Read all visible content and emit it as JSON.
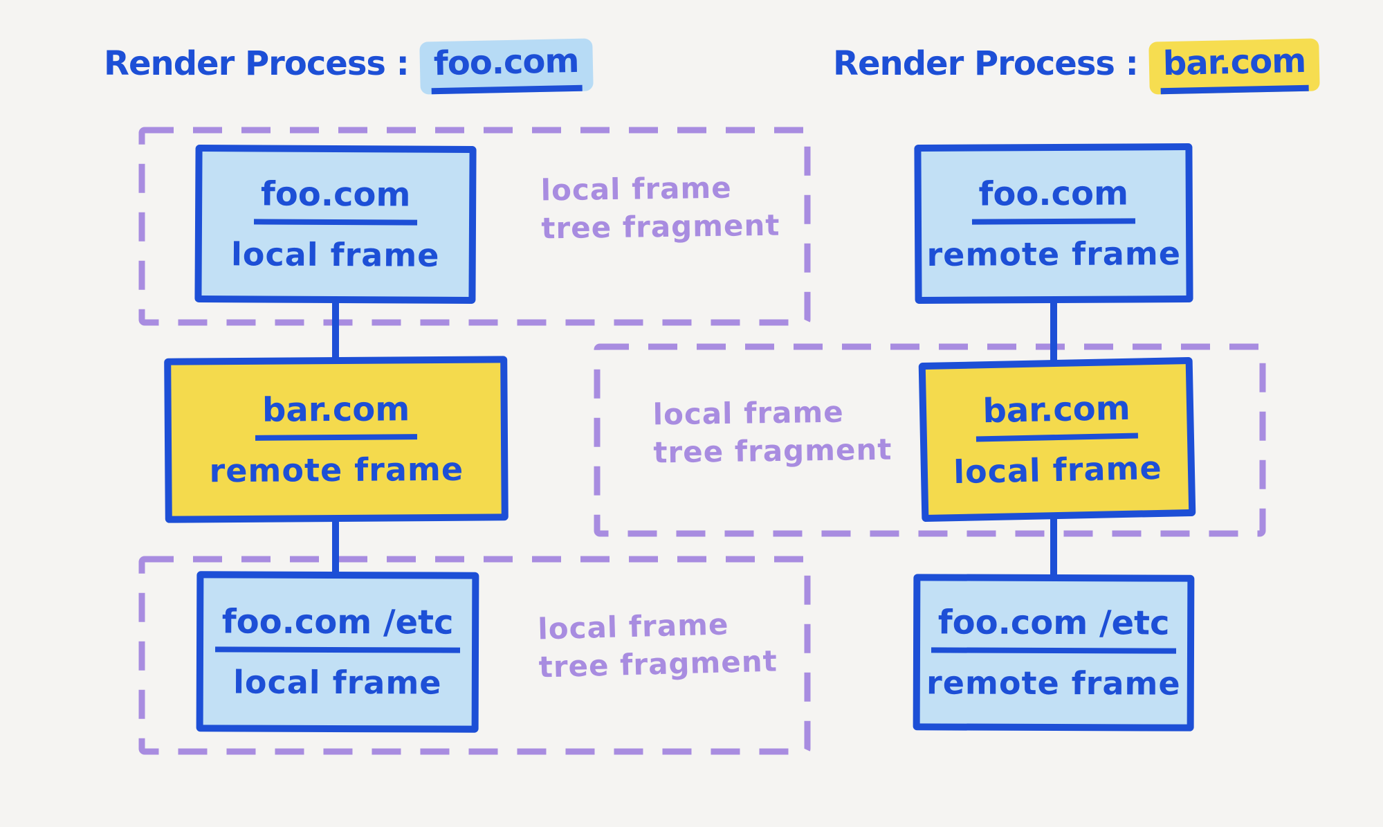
{
  "colors": {
    "background": "#f5f4f2",
    "ink_blue": "#1d4fd6",
    "foo_frame_fill_light_blue": "#c2e0f5",
    "bar_frame_fill_yellow": "#f4da4d",
    "fragment_purple": "#a88ce0",
    "title_highlight_blue": "#b7dbf5",
    "title_highlight_yellow": "#f6dd50"
  },
  "left_process": {
    "title_prefix": "Render Process :",
    "title_domain": "foo.com",
    "nodes": [
      {
        "domain": "foo.com",
        "type": "local frame"
      },
      {
        "domain": "bar.com",
        "type": "remote frame"
      },
      {
        "domain": "foo.com /etc",
        "type": "local frame"
      }
    ]
  },
  "right_process": {
    "title_prefix": "Render Process :",
    "title_domain": "bar.com",
    "nodes": [
      {
        "domain": "foo.com",
        "type": "remote frame"
      },
      {
        "domain": "bar.com",
        "type": "local frame"
      },
      {
        "domain": "foo.com /etc",
        "type": "remote frame"
      }
    ]
  },
  "fragment_labels": [
    "local frame\ntree fragment",
    "local frame\ntree fragment",
    "local frame\ntree fragment"
  ]
}
